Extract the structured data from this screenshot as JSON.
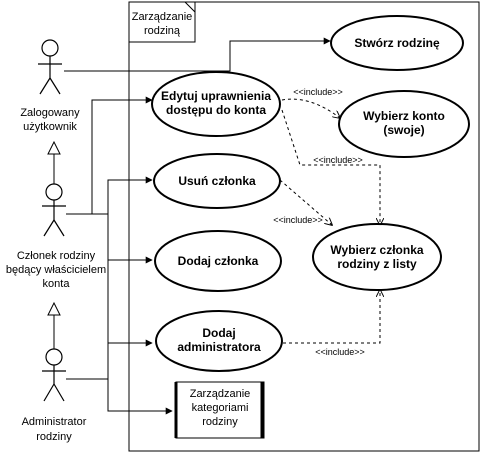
{
  "system": {
    "title_lines": [
      "Zarządzanie",
      "rodziną"
    ]
  },
  "actors": [
    {
      "lines": [
        "Zalogowany",
        "użytkownik"
      ]
    },
    {
      "lines": [
        "Członek rodziny",
        "będący właścicielem",
        "konta"
      ]
    },
    {
      "lines": [
        "Administrator",
        "rodziny"
      ]
    }
  ],
  "use_cases": {
    "create_family": [
      "Stwórz rodzinę"
    ],
    "edit_permissions": [
      "Edytuj uprawnienia",
      "dostępu do konta"
    ],
    "select_account": [
      "Wybierz konto",
      "(swoje)"
    ],
    "remove_member": [
      "Usuń członka"
    ],
    "select_member": [
      "Wybierz członka",
      "rodziny z listy"
    ],
    "add_member": [
      "Dodaj członka"
    ],
    "add_admin": [
      "Dodaj",
      "administratora"
    ]
  },
  "package": {
    "lines": [
      "Zarządzanie",
      "kategoriami",
      "rodziny"
    ]
  },
  "relations": {
    "include_label": "<<include>>"
  },
  "colors": {
    "stroke": "#000000",
    "background": "#ffffff"
  }
}
